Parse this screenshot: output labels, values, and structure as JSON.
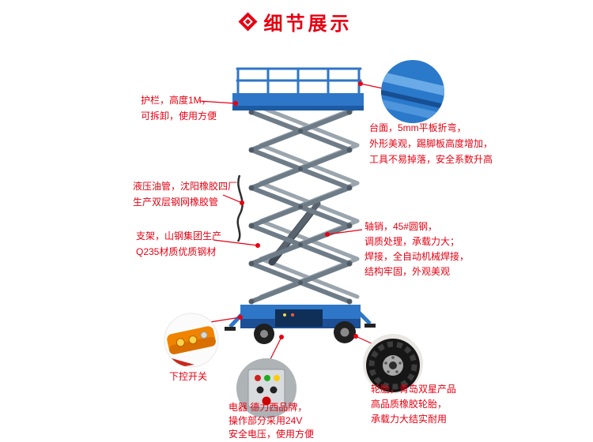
{
  "header": {
    "title": "细节展示"
  },
  "colors": {
    "accent": "#e60012",
    "lift_blue": "#2e76c8",
    "lift_blue_dark": "#1d5aa4",
    "scissor_gray": "#6e7c88",
    "remote_orange": "#f08300"
  },
  "callouts": {
    "guardrail": {
      "lines": [
        "护栏，高度1M，",
        "可拆卸，使用方便"
      ]
    },
    "platform": {
      "lines": [
        "台面，5mm平板折弯，",
        "外形美观，踢脚板高度增加，",
        "工具不易掉落，安全系数升高"
      ]
    },
    "hydraulic_hose": {
      "lines": [
        "液压油管，沈阳橡胶四厂",
        "生产双层钢网橡胶管"
      ]
    },
    "support_frame": {
      "lines": [
        "支架，山钢集团生产",
        "Q235材质优质钢材"
      ]
    },
    "axle_pin": {
      "lines": [
        "轴销，45#圆钢，",
        "调质处理，承载力大；",
        "焊接，全自动机械焊接，",
        "结构牢固，外观美观"
      ]
    },
    "lower_control_switch": {
      "label": "下控开关"
    },
    "electrics": {
      "lines": [
        "电器 德力西品牌，",
        "操作部分采用24V",
        "安全电压，使用方便"
      ]
    },
    "tires": {
      "lines": [
        "轮胎，青岛双星产品",
        "高品质橡胶轮胎，",
        "承载力大结实耐用"
      ]
    }
  }
}
